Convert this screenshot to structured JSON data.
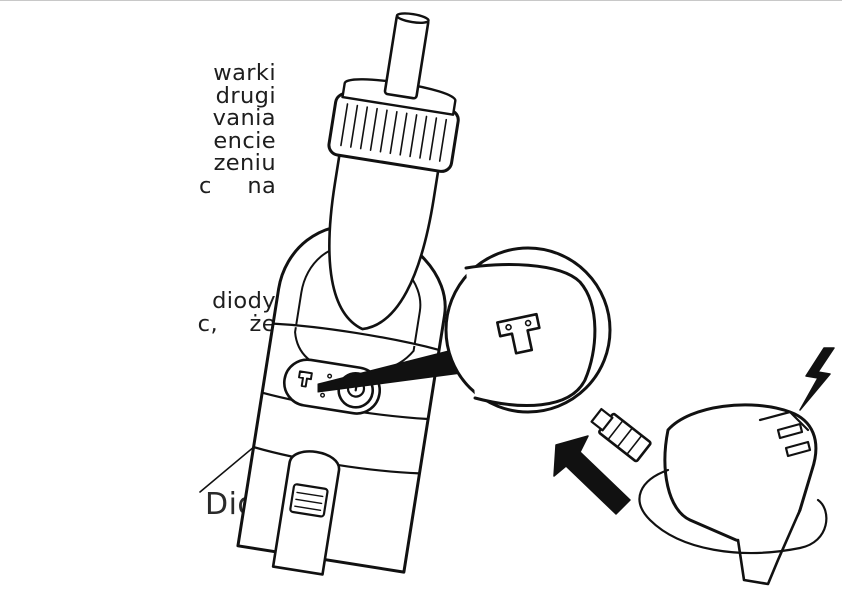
{
  "instructions": {
    "paragraph_1_lines": [
      "warki",
      "drugi",
      "vania",
      "encie",
      "zeniu",
      "c na"
    ],
    "paragraph_2_lines": [
      "diody",
      "c, że"
    ]
  },
  "callout": {
    "diodes_label": "Diody"
  },
  "icons": {
    "device": "handheld-device-with-bottle",
    "charger": "wall-charger-with-cable",
    "lightning": "lightning-bolt-icon",
    "arrow": "insert-arrow-icon",
    "power": "power-button-icon",
    "port": "charging-port-icon"
  },
  "colors": {
    "ink": "#1e1e1e",
    "background": "#ffffff"
  }
}
